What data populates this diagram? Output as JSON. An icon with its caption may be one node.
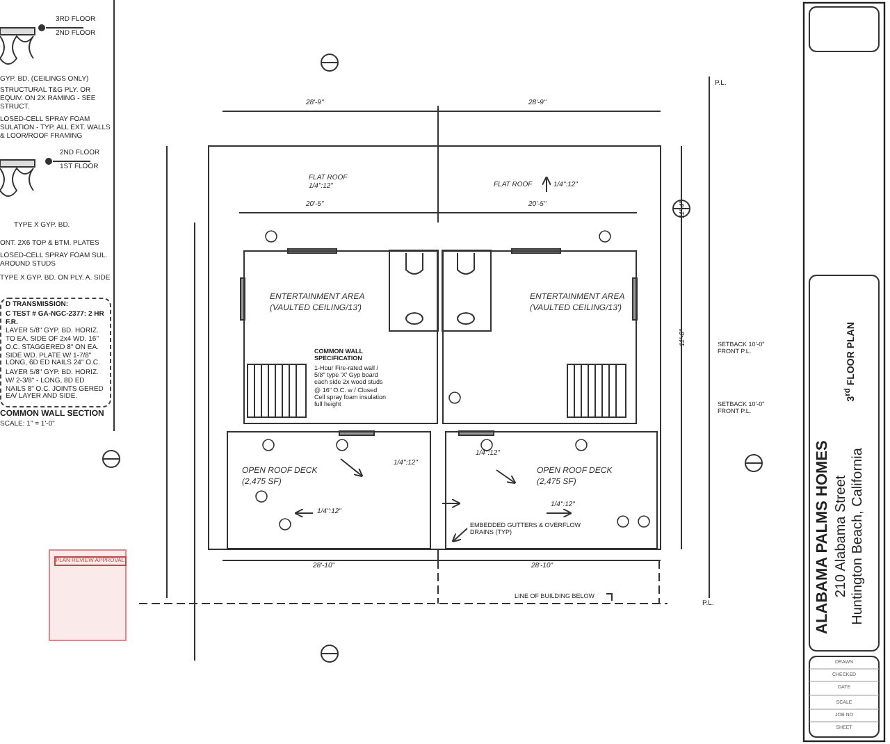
{
  "diagram": {
    "nodes": [
      {
        "text": [
          "ENTERTAINMENT AREA",
          "(VAULTED CEILING/13')"
        ]
      },
      {
        "text": [
          "ENTERTAINMENT AREA",
          "(VAULTED CEILING/13')"
        ]
      },
      {
        "text": [
          "OPEN ROOF DECK",
          "(2,475 SF)"
        ]
      },
      {
        "text": [
          "OPEN ROOF DECK",
          "(2,475 SF)"
        ]
      },
      {
        "text": [
          "D TRANSMISSION:",
          "C TEST # GA-NGC-2377: 2 HR F.R.",
          "LAYER 5/8\" GYP. BD. HORIZ. TO EA. SIDE OF 2x4 WD. 16\" O.C. STAGGERED 8\" ON EA. SIDE WD. PLATE W/ 1-7/8\" LONG, 6D ED NAILS 24\" O.C.",
          "LAYER 5/8\" GYP. BD. HORIZ. W/ 2-3/8\" - LONG, 8D ED NAILS 8\" O.C. JOINTS GERED EA/ LAYER AND SIDE."
        ],
        "beside": [
          "COMMON WALL SECTION",
          "SCALE: 1\" = 1'-0\""
        ]
      }
    ],
    "labels": [
      "3RD FLOOR",
      "2ND FLOOR",
      "GYP. BD. (CEILINGS ONLY)",
      "STRUCTURAL T&G PLY. OR EQUIV. ON 2X RAMING - SEE STRUCT.",
      "LOSED-CELL SPRAY FOAM SULATION - TYP. ALL EXT. WALLS & LOOR/ROOF FRAMING",
      "2ND FLOOR",
      "1ST FLOOR",
      "TYPE X GYP. BD.",
      "ONT. 2X6 TOP & BTM. PLATES",
      "LOSED-CELL SPRAY FOAM SUL. AROUND STUDS",
      "TYPE X GYP. BD. ON PLY. A. SIDE",
      "PLAN REVIEW APPROVAL",
      "28'-9\"",
      "28'-9\"",
      "20'-5\"",
      "20'-5\"",
      "FLAT ROOF 1/4\":12\"",
      "FLAT ROOF",
      "1/4\":12\"",
      "COMMON WALL SPECIFICATION",
      "1-Hour Fire-rated wall / 5/8\" type 'X' Gyp board each side 2x wood studs @ 16\" O.C. w / Closed Cell spray foam insulation full height",
      "1/4\":12\"",
      "1/4\":12\"",
      "1/4\":12\"",
      "1/4\":12\"",
      "EMBEDDED GUTTERS & OVERFLOW DRAINS (TYP)",
      "LINE OF BUILDING BELOW",
      "28'-10\"",
      "28'-10\"",
      "11'-4\"",
      "11'-8\"",
      "SETBACK 10'-0\" FRONT P.L.",
      "SETBACK 10'-0\" FRONT P.L.",
      "P.L.",
      "P.L.",
      "ALABAMA PALMS HOMES",
      "210 Alabama Street",
      "Huntington Beach, California",
      "3$^{rd}$ FLOOR PLAN",
      "DRAWN",
      "CHECKED",
      "DATE",
      "SCALE",
      "JOB NO",
      "SHEET"
    ]
  }
}
